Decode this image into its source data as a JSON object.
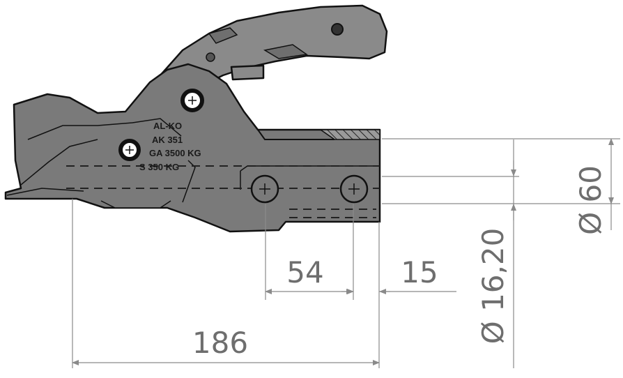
{
  "drawing": {
    "product_marking": [
      "AL-KO",
      "AK 351",
      "GA 3500 KG",
      "S 350 KG"
    ],
    "dimensions": {
      "hole_spacing": "54",
      "hole_to_end": "15",
      "overall_length": "186",
      "hole_diameter": "Ø 16,20",
      "ball_diameter": "Ø 60"
    }
  }
}
